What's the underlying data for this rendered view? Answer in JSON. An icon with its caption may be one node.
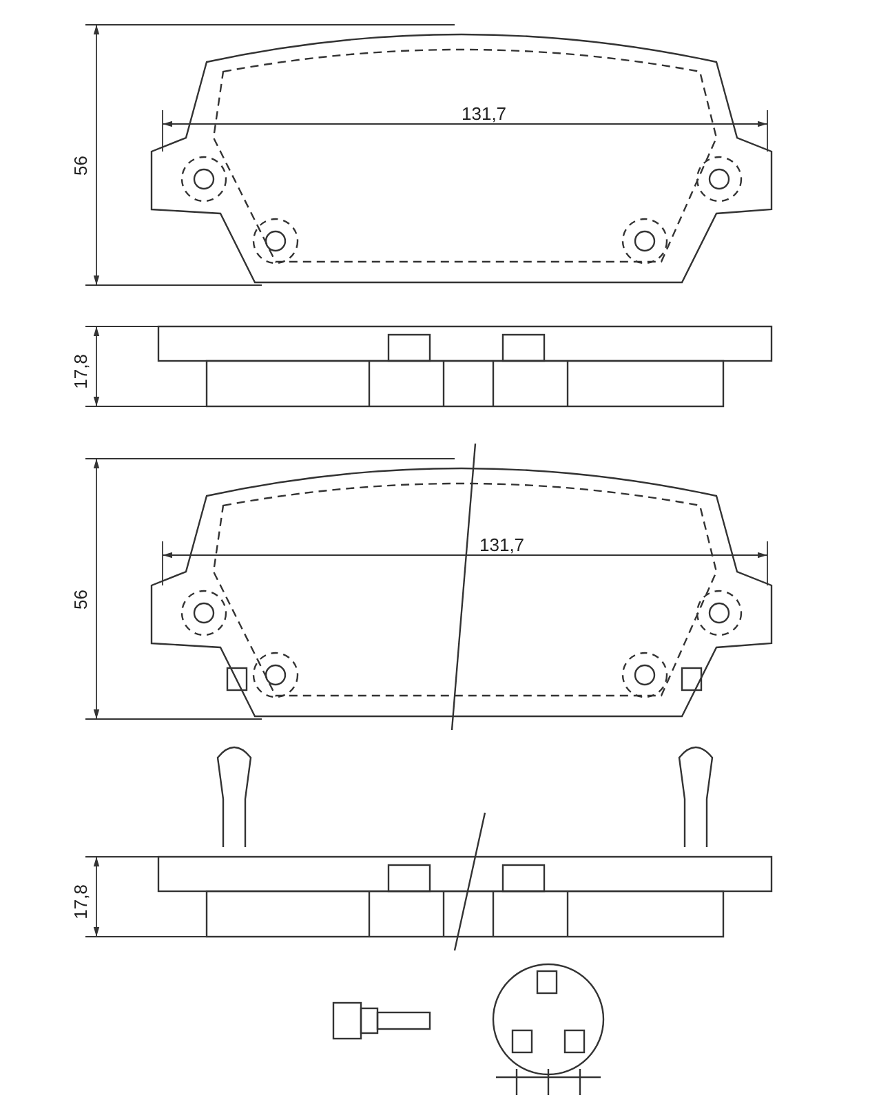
{
  "diagram": {
    "labels": [
      "131,7",
      "56",
      "17,8",
      "131,7",
      "56",
      "17,8"
    ]
  }
}
